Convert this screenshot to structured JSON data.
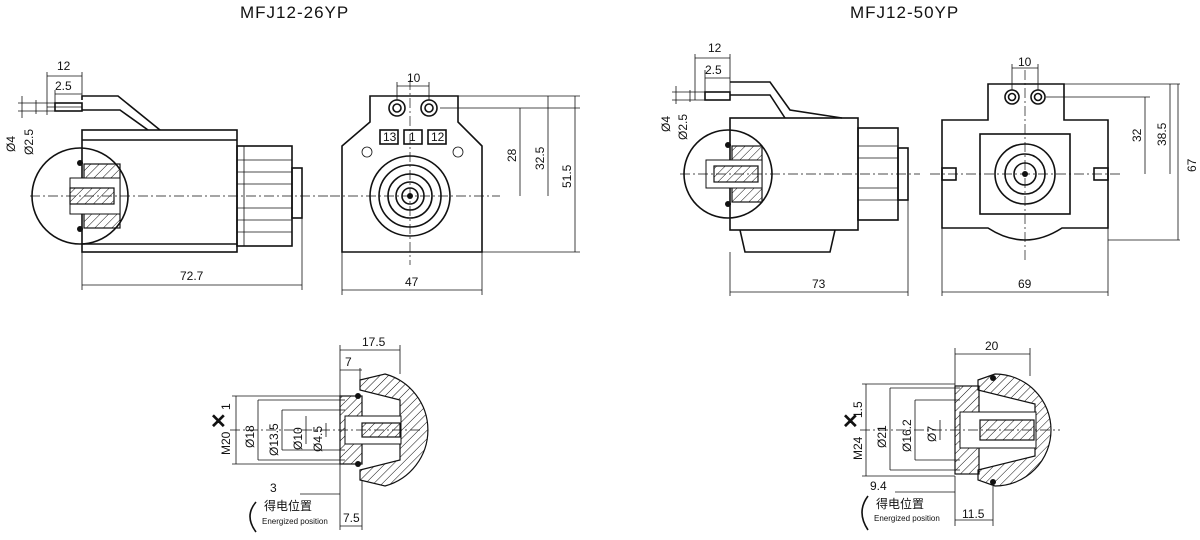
{
  "models": {
    "left": {
      "title": "MFJ12-26YP",
      "side": {
        "d_pin": "Ø4",
        "d_pin_in": "Ø2.5",
        "d_top": "12",
        "d_step": "2.5",
        "length": "72.7"
      },
      "front": {
        "pin_pitch": "10",
        "terms": [
          "13",
          "1",
          "12"
        ],
        "h1": "28",
        "h2": "32.5",
        "h3": "51.5",
        "width": "47"
      },
      "section": {
        "d_top": "17.5",
        "d_in": "7",
        "thread": "M20",
        "pitch": "1",
        "d18": "Ø18",
        "d135": "Ø13.5",
        "d10": "Ø10",
        "d45": "Ø4.5",
        "d_left": "3",
        "d_bot": "7.5"
      }
    },
    "right": {
      "title": "MFJ12-50YP",
      "side": {
        "d_pin": "Ø4",
        "d_pin_in": "Ø2.5",
        "d_top": "12",
        "d_step": "2.5",
        "length": "73"
      },
      "front": {
        "pin_pitch": "10",
        "h1": "32",
        "h2": "38.5",
        "h3": "67",
        "width": "69"
      },
      "section": {
        "d_top": "20",
        "thread": "M24",
        "pitch": "1.5",
        "d21": "Ø21",
        "d162": "Ø16.2",
        "d7": "Ø7",
        "d_left": "9.4",
        "d_bot": "11.5"
      }
    }
  },
  "energized": {
    "cn": "得电位置",
    "en": "Energized position"
  }
}
